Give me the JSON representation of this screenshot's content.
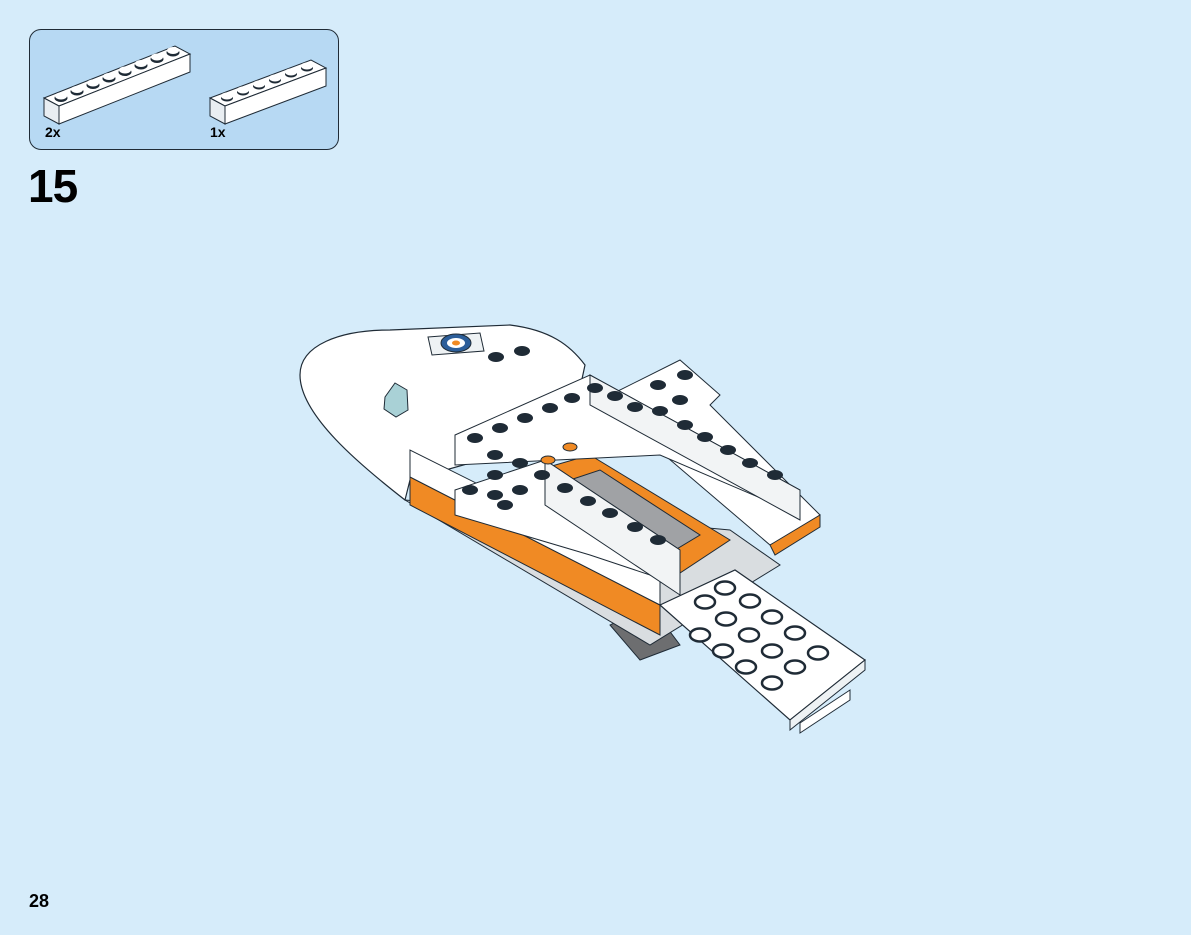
{
  "parts_list": {
    "items": [
      {
        "part": "white-brick-1x8",
        "quantity": "2x"
      },
      {
        "part": "white-brick-1x6",
        "quantity": "1x"
      }
    ]
  },
  "step": {
    "number": "15"
  },
  "page": {
    "number": "28"
  },
  "colors": {
    "background": "#d6ecfa",
    "parts_box": "#b7d9f3",
    "white_brick": "#ffffff",
    "orange_brick": "#f08a24",
    "dark_gray_brick": "#6d6e70",
    "outline": "#1f2b36"
  }
}
